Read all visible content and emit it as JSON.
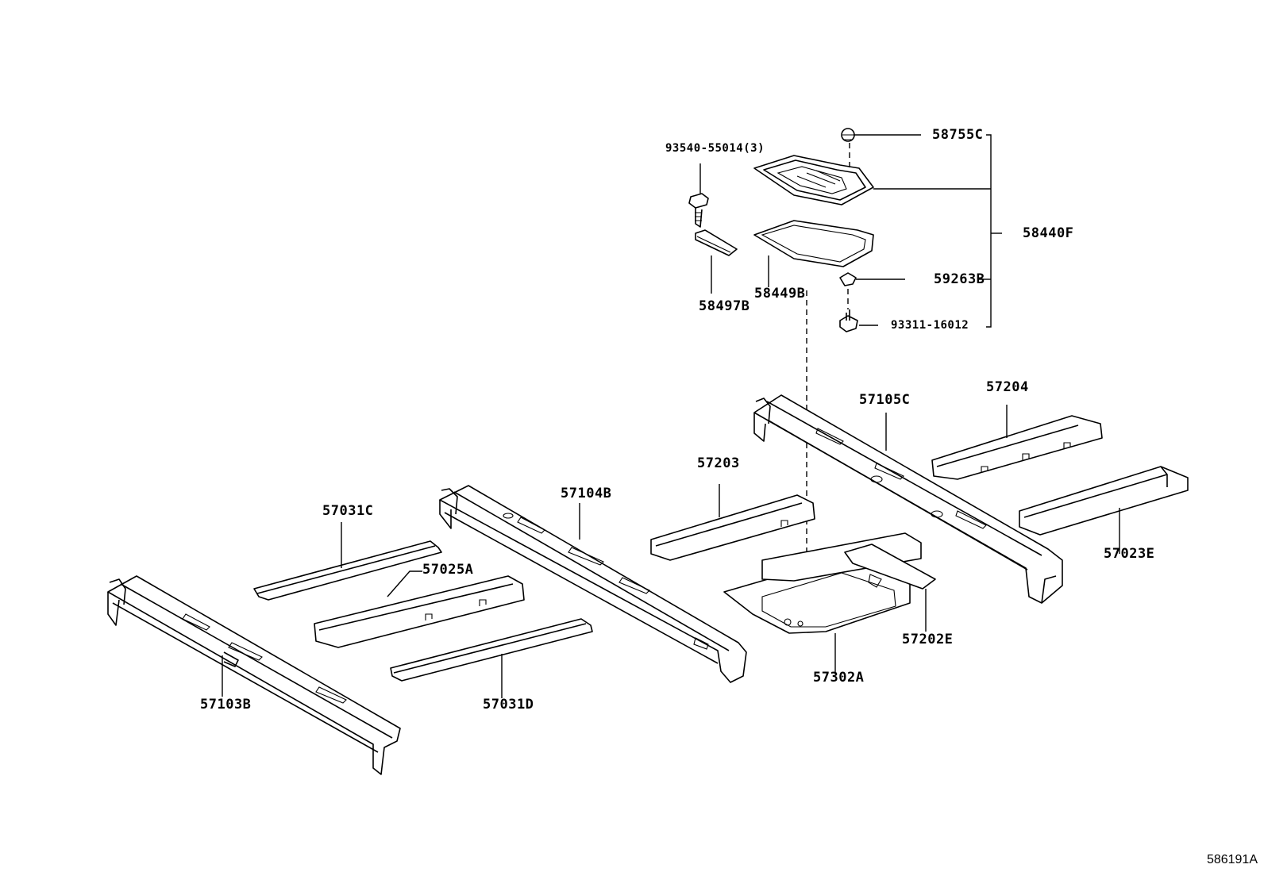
{
  "labels": {
    "p93540": "93540-55014(3)",
    "p58755c": "58755C",
    "p58440f": "58440F",
    "p58497b": "58497B",
    "p58449b": "58449B",
    "p59263b": "59263B",
    "p93311": "93311-16012",
    "p57105c": "57105C",
    "p57204": "57204",
    "p57203": "57203",
    "p57023e": "57023E",
    "p57104b": "57104B",
    "p57031c": "57031C",
    "p57025a": "57025A",
    "p57302a": "57302A",
    "p57202e": "57202E",
    "p57103b": "57103B",
    "p57031d": "57031D"
  },
  "figure_id": "586191A"
}
